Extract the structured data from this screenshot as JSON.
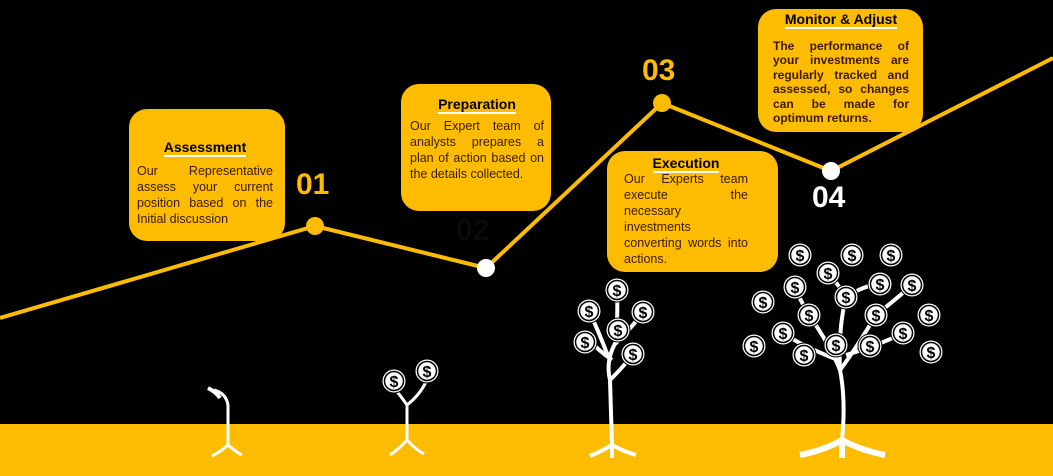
{
  "steps": [
    {
      "number": "01",
      "title": "Assessment",
      "text": "Our Representative assess your current position based on the Initial discussion"
    },
    {
      "number": "02",
      "title": "Preparation",
      "text": "Our Expert team of analysts prepares a plan of action based on the details collected."
    },
    {
      "number": "03",
      "title": "Execution",
      "text": "Our Experts team execute the necessary investments converting words into actions."
    },
    {
      "number": "04",
      "title": "Monitor & Adjust",
      "text": "The performance of your investments are regularly tracked and assessed, so changes can be made for optimum returns."
    }
  ],
  "coin_symbol": "$",
  "colors": {
    "accent": "#FDBC00",
    "background": "#000000",
    "marker_white": "#FFFFFF"
  }
}
